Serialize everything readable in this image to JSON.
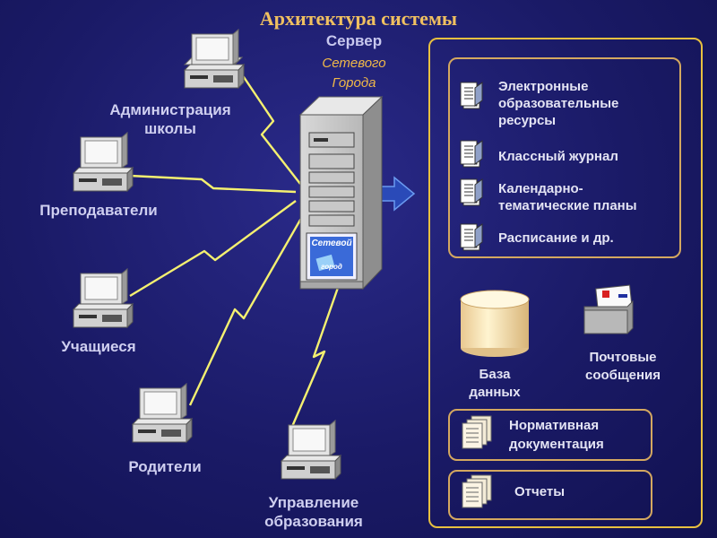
{
  "title": "Архитектура системы",
  "server": {
    "label": "Сервер",
    "name_line1": "Сетевого",
    "name_line2": "Города",
    "logo_line1": "Сетевой",
    "logo_line2": "город"
  },
  "clients": [
    {
      "label_line1": "Администрация",
      "label_line2": "школы"
    },
    {
      "label_line1": "Преподаватели"
    },
    {
      "label_line1": "Учащиеся"
    },
    {
      "label_line1": "Родители"
    },
    {
      "label_line1": "Управление",
      "label_line2": "образования"
    }
  ],
  "resources": [
    {
      "line1": "Электронные",
      "line2": "образовательные",
      "line3": "ресурсы"
    },
    {
      "line1": "Классный журнал"
    },
    {
      "line1": "Календарно-",
      "line2": "тематические планы"
    },
    {
      "line1": "Расписание и др."
    }
  ],
  "database": {
    "line1": "База",
    "line2": "данных"
  },
  "mail": {
    "line1": "Почтовые",
    "line2": "сообщения"
  },
  "docs": [
    {
      "line1": "Нормативная",
      "line2": "документация"
    },
    {
      "line1": "Отчеты"
    }
  ],
  "colors": {
    "title": "#f0c060",
    "lightning": "#f4f070",
    "panel_border": "#e8c040",
    "box_border": "#d4a860"
  }
}
